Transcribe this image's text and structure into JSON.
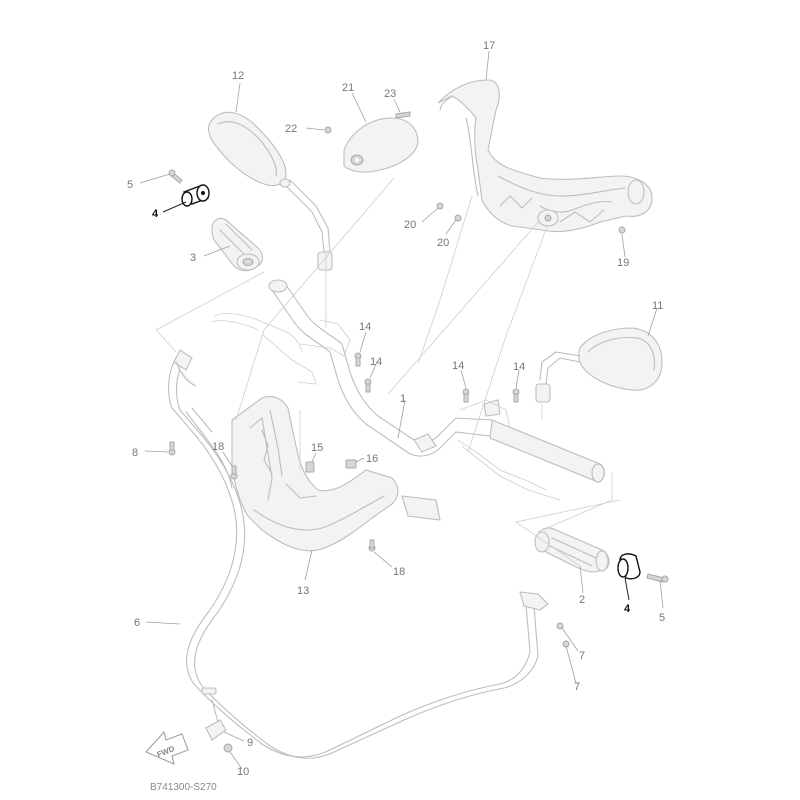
{
  "diagram": {
    "reference_code": "B741300-S270",
    "direction_label": "FWD",
    "callouts": [
      {
        "id": "c1",
        "label": "1"
      },
      {
        "id": "c2",
        "label": "2"
      },
      {
        "id": "c3",
        "label": "3"
      },
      {
        "id": "c4a",
        "label": "4",
        "highlight": true
      },
      {
        "id": "c4b",
        "label": "4",
        "highlight": true
      },
      {
        "id": "c5a",
        "label": "5"
      },
      {
        "id": "c5b",
        "label": "5"
      },
      {
        "id": "c6",
        "label": "6"
      },
      {
        "id": "c7a",
        "label": "7"
      },
      {
        "id": "c7b",
        "label": "7"
      },
      {
        "id": "c8",
        "label": "8"
      },
      {
        "id": "c9",
        "label": "9"
      },
      {
        "id": "c10",
        "label": "10"
      },
      {
        "id": "c11",
        "label": "11"
      },
      {
        "id": "c12",
        "label": "12"
      },
      {
        "id": "c13",
        "label": "13"
      },
      {
        "id": "c14a",
        "label": "14"
      },
      {
        "id": "c14b",
        "label": "14"
      },
      {
        "id": "c14c",
        "label": "14"
      },
      {
        "id": "c14d",
        "label": "14"
      },
      {
        "id": "c15",
        "label": "15"
      },
      {
        "id": "c16",
        "label": "16"
      },
      {
        "id": "c17",
        "label": "17"
      },
      {
        "id": "c18a",
        "label": "18"
      },
      {
        "id": "c18b",
        "label": "18"
      },
      {
        "id": "c19",
        "label": "19"
      },
      {
        "id": "c20a",
        "label": "20"
      },
      {
        "id": "c20b",
        "label": "20"
      },
      {
        "id": "c21",
        "label": "21"
      },
      {
        "id": "c22",
        "label": "22"
      },
      {
        "id": "c23",
        "label": "23"
      }
    ]
  }
}
